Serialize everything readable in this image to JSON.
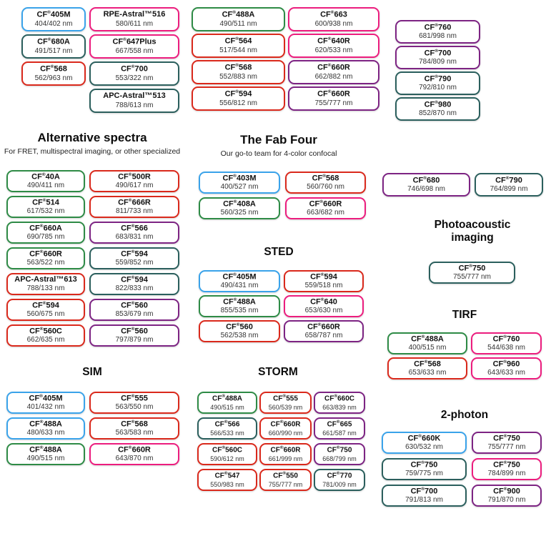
{
  "palette": {
    "blue": "#3aa3ea",
    "green": "#2e8b46",
    "teal": "#2b5f5d",
    "red": "#da291c",
    "pink": "#ec1d7e",
    "purple": "#7d2483"
  },
  "sections": {
    "alternative": {
      "title": "Alternative spectra",
      "subtitle": "For FRET, multispectral imaging, or other specialized"
    },
    "fab_four": {
      "title": "The Fab Four",
      "subtitle": "Our go-to team for 4-color confocal"
    },
    "photoacoustic": {
      "title": "Photoacoustic imaging"
    },
    "sted": {
      "title": "STED"
    },
    "tirf": {
      "title": "TIRF"
    },
    "sim": {
      "title": "SIM"
    },
    "storm": {
      "title": "STORM"
    },
    "two_photon": {
      "title": "2-photon"
    }
  },
  "groups": {
    "top_left_col1": [
      {
        "name": "CF®405M",
        "value": "404/402 nm",
        "color": "blue"
      },
      {
        "name": "CF®680A",
        "value": "491/517 nm",
        "color": "teal"
      },
      {
        "name": "CF®568",
        "value": "562/963 nm",
        "color": "red"
      }
    ],
    "top_left_col2": [
      {
        "name": "RPE-Astral™516",
        "value": "580/611 nm",
        "color": "pink"
      },
      {
        "name": "CF®647Plus",
        "value": "667/558 nm",
        "color": "pink"
      },
      {
        "name": "CF®700",
        "value": "553/322 nm",
        "color": "teal"
      },
      {
        "name": "APC-Astral™513",
        "value": "788/613 nm",
        "color": "teal"
      }
    ],
    "top_mid_col1": [
      {
        "name": "CF®488A",
        "value": "490/511 nm",
        "color": "green"
      },
      {
        "name": "CF®564",
        "value": "517/544 nm",
        "color": "red"
      },
      {
        "name": "CF®568",
        "value": "552/883 nm",
        "color": "red"
      },
      {
        "name": "CF®594",
        "value": "556/812 nm",
        "color": "red"
      }
    ],
    "top_mid_col2": [
      {
        "name": "CF®663",
        "value": "600/938 nm",
        "color": "pink"
      },
      {
        "name": "CF®640R",
        "value": "620/533 nm",
        "color": "pink"
      },
      {
        "name": "CF®660R",
        "value": "662/882 nm",
        "color": "purple"
      },
      {
        "name": "CF®660R",
        "value": "755/777 nm",
        "color": "purple"
      }
    ],
    "top_right_col": [
      {
        "name": "CF®760",
        "value": "681/998 nm",
        "color": "purple"
      },
      {
        "name": "CF®700",
        "value": "784/809 nm",
        "color": "purple"
      },
      {
        "name": "CF®790",
        "value": "792/810 nm",
        "color": "teal"
      },
      {
        "name": "CF®980",
        "value": "852/870 nm",
        "color": "teal"
      }
    ],
    "alt_col1": [
      {
        "name": "CF®40A",
        "value": "490/411 nm",
        "color": "green"
      },
      {
        "name": "CF®514",
        "value": "617/532 nm",
        "color": "green"
      },
      {
        "name": "CF®660A",
        "value": "690/785 nm",
        "color": "green"
      },
      {
        "name": "CF®660R",
        "value": "563/522 nm",
        "color": "green"
      },
      {
        "name": "APC-Astral™613",
        "value": "788/133 nm",
        "color": "red"
      },
      {
        "name": "CF®594",
        "value": "560/675 nm",
        "color": "red"
      },
      {
        "name": "CF®560C",
        "value": "662/635 nm",
        "color": "red"
      }
    ],
    "alt_col2": [
      {
        "name": "CF®500R",
        "value": "490/617 nm",
        "color": "red"
      },
      {
        "name": "CF®666R",
        "value": "811/733 nm",
        "color": "red"
      },
      {
        "name": "CF®566",
        "value": "683/831 nm",
        "color": "purple"
      },
      {
        "name": "CF®594",
        "value": "559/852 nm",
        "color": "teal"
      },
      {
        "name": "CF®594",
        "value": "822/833 nm",
        "color": "teal"
      },
      {
        "name": "CF®560",
        "value": "853/679 nm",
        "color": "purple"
      },
      {
        "name": "CF®560",
        "value": "797/879 nm",
        "color": "purple"
      }
    ],
    "fab_col1": [
      {
        "name": "CF®403M",
        "value": "400/527 nm",
        "color": "blue"
      },
      {
        "name": "CF®408A",
        "value": "560/325 nm",
        "color": "green"
      }
    ],
    "fab_col2": [
      {
        "name": "CF®568",
        "value": "560/760 nm",
        "color": "red"
      },
      {
        "name": "CF®660R",
        "value": "663/682 nm",
        "color": "pink"
      }
    ],
    "right_pair": [
      {
        "name": "CF®680",
        "value": "746/698 nm",
        "color": "purple"
      },
      {
        "name": "CF®790",
        "value": "764/899 nm",
        "color": "teal"
      }
    ],
    "photoacoustic_pill": [
      {
        "name": "CF®750",
        "value": "755/777 nm",
        "color": "teal"
      }
    ],
    "sted_col1": [
      {
        "name": "CF®405M",
        "value": "490/431 nm",
        "color": "blue"
      },
      {
        "name": "CF®488A",
        "value": "855/535 nm",
        "color": "green"
      },
      {
        "name": "CF®560",
        "value": "562/538 nm",
        "color": "red"
      }
    ],
    "sted_col2": [
      {
        "name": "CF®594",
        "value": "559/518 nm",
        "color": "red"
      },
      {
        "name": "CF®640",
        "value": "653/630 nm",
        "color": "pink"
      },
      {
        "name": "CF®660R",
        "value": "658/787 nm",
        "color": "purple"
      }
    ],
    "tirf_col1": [
      {
        "name": "CF®488A",
        "value": "400/515 nm",
        "color": "green"
      },
      {
        "name": "CF®568",
        "value": "653/633 nm",
        "color": "red"
      }
    ],
    "tirf_col2": [
      {
        "name": "CF®760",
        "value": "544/638 nm",
        "color": "pink"
      },
      {
        "name": "CF®960",
        "value": "643/633 nm",
        "color": "pink"
      }
    ],
    "sim_col1": [
      {
        "name": "CF®405M",
        "value": "401/432 nm",
        "color": "blue"
      },
      {
        "name": "CF®488A",
        "value": "480/633 nm",
        "color": "blue"
      },
      {
        "name": "CF®488A",
        "value": "490/515 nm",
        "color": "green"
      }
    ],
    "sim_col2": [
      {
        "name": "CF®555",
        "value": "563/550 nm",
        "color": "red"
      },
      {
        "name": "CF®568",
        "value": "563/583 nm",
        "color": "red"
      },
      {
        "name": "CF®660R",
        "value": "643/870 nm",
        "color": "pink"
      }
    ],
    "storm_col1": [
      {
        "name": "CF®488A",
        "value": "490/515 nm",
        "color": "green"
      },
      {
        "name": "CF®566",
        "value": "566/533 nm",
        "color": "teal"
      },
      {
        "name": "CF®560C",
        "value": "590/612 nm",
        "color": "red"
      },
      {
        "name": "CF®547",
        "value": "550/983 nm",
        "color": "red"
      }
    ],
    "storm_col2": [
      {
        "name": "CF®555",
        "value": "560/539 nm",
        "color": "red"
      },
      {
        "name": "CF®660R",
        "value": "660/990 nm",
        "color": "red"
      },
      {
        "name": "CF®660R",
        "value": "661/999 nm",
        "color": "red"
      },
      {
        "name": "CF®550",
        "value": "755/777 nm",
        "color": "red"
      }
    ],
    "storm_col3": [
      {
        "name": "CF®660C",
        "value": "663/839 nm",
        "color": "purple"
      },
      {
        "name": "CF®665",
        "value": "661/587 nm",
        "color": "purple"
      },
      {
        "name": "CF®750",
        "value": "668/799 nm",
        "color": "purple"
      },
      {
        "name": "CF®770",
        "value": "781/009 nm",
        "color": "teal"
      }
    ],
    "two_photon_col1": [
      {
        "name": "CF®660K",
        "value": "630/532 nm",
        "color": "blue"
      },
      {
        "name": "CF®750",
        "value": "759/775 nm",
        "color": "teal"
      },
      {
        "name": "CF®700",
        "value": "791/813 nm",
        "color": "teal"
      }
    ],
    "two_photon_col2": [
      {
        "name": "CF®750",
        "value": "755/777 nm",
        "color": "purple"
      },
      {
        "name": "CF®750",
        "value": "784/899 nm",
        "color": "pink"
      },
      {
        "name": "CF®900",
        "value": "791/870 nm",
        "color": "purple"
      }
    ]
  }
}
